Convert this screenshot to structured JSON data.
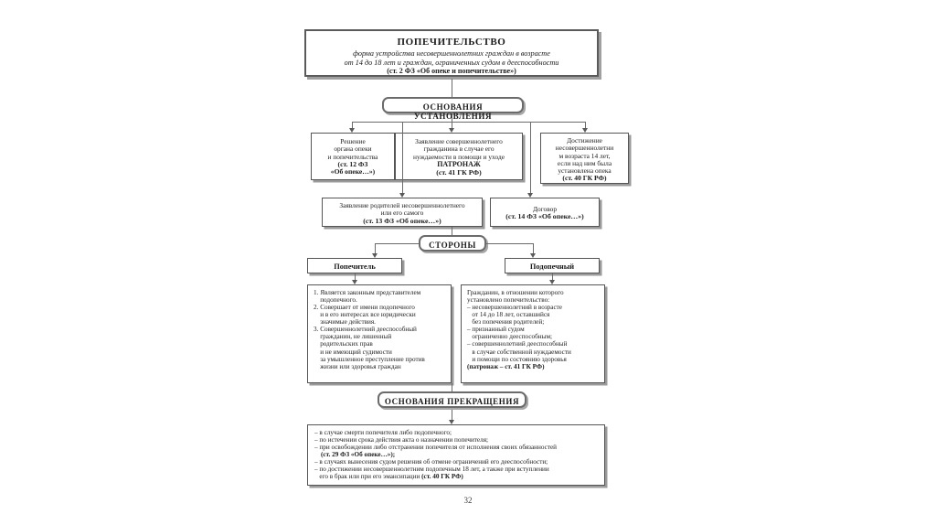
{
  "document": {
    "page_number": "32"
  },
  "title_box": {
    "heading": "ПОПЕЧИТЕЛЬСТВО",
    "line1": "форма устройства несовершеннолетних граждан в возрасте",
    "line2": "от 14 до 18 лет и граждан, ограниченных судом в дееспособности",
    "line3": "(ст. 2 ФЗ «Об опеке и попечительстве»)"
  },
  "sections": {
    "grounds_establish": "ОСНОВАНИЯ УСТАНОВЛЕНИЯ",
    "parties": "СТОРОНЫ",
    "grounds_terminate": "ОСНОВАНИЯ ПРЕКРАЩЕНИЯ"
  },
  "grounds_boxes": {
    "decision": {
      "l1": "Решение",
      "l2": "органа опеки",
      "l3": "и попечительства",
      "l4": "(ст. 12 ФЗ",
      "l5": "«Об опеке…»)"
    },
    "statement_adult": {
      "l1": "Заявление совершеннолетнего",
      "l2": "гражданина в случае его",
      "l3": "нуждаемости в помощи и уходе",
      "l4": "ПАТРОНАЖ",
      "l5": "(ст. 41 ГК РФ)"
    },
    "age_14": {
      "l1": "Достижение",
      "l2": "несовершеннолетни",
      "l3": "м возраста 14 лет,",
      "l4": "если над ним была",
      "l5": "установлена опека",
      "l6": "(ст. 40 ГК РФ)"
    },
    "parents_statement": {
      "l1": "Заявление родителей несовершеннолетнего",
      "l2": "или его самого",
      "l3": "(ст. 13 ФЗ «Об опеке…»)"
    },
    "contract": {
      "l1": "Договор",
      "l2": "(ст. 14 ФЗ «Об опеке…»)"
    }
  },
  "parties_boxes": {
    "guardian_label": "Попечитель",
    "ward_label": "Подопечный",
    "guardian_items": [
      "1. Является законным представителем",
      "    подопечного.",
      "2. Совершает от имени подопечного",
      "    и в его интересах все юридически",
      "    значимые действия.",
      "3. Совершеннолетний дееспособный",
      "    гражданин, не лишенный",
      "    родительских прав",
      "    и не имеющий судимости",
      "    за умышленное преступление против",
      "    жизни или здоровья граждан"
    ],
    "ward_items": [
      "Гражданин, в отношении которого",
      "установлено попечительство:",
      "– несовершеннолетний в возрасте",
      "   от 14 до 18 лет, оставшийся",
      "   без попечения родителей;",
      "– признанный судом",
      "   ограниченно дееспособным;",
      "– совершеннолетний дееспособный",
      "   в случае собственной нуждаемости",
      "   и помощи по состоянию здоровья"
    ],
    "ward_bold_line": "(патронаж – ст. 41 ГК РФ)"
  },
  "termination_box": {
    "items": [
      "– в случае смерти попечителя либо подопечного;",
      "– по истечении срока действия акта о назначении попечителя;",
      "– при освобождении либо отстранении попечителя от исполнения своих обязанностей"
    ],
    "bold_ref_1": "(ст. 29 ФЗ «Об опеке…»);",
    "items2": [
      "– в случаях вынесения судом решения об отмене ограничений его дееспособности;",
      "– по достижении несовершеннолетним подопечным 18 лет, а также при вступлении"
    ],
    "last_line_plain": "   его в брак или при его эмансипации ",
    "last_line_bold": "(ст. 40 ГК РФ)"
  },
  "colors": {
    "border": "#555555",
    "shadow": "#9a9a9a",
    "text": "#1a1a1a"
  }
}
